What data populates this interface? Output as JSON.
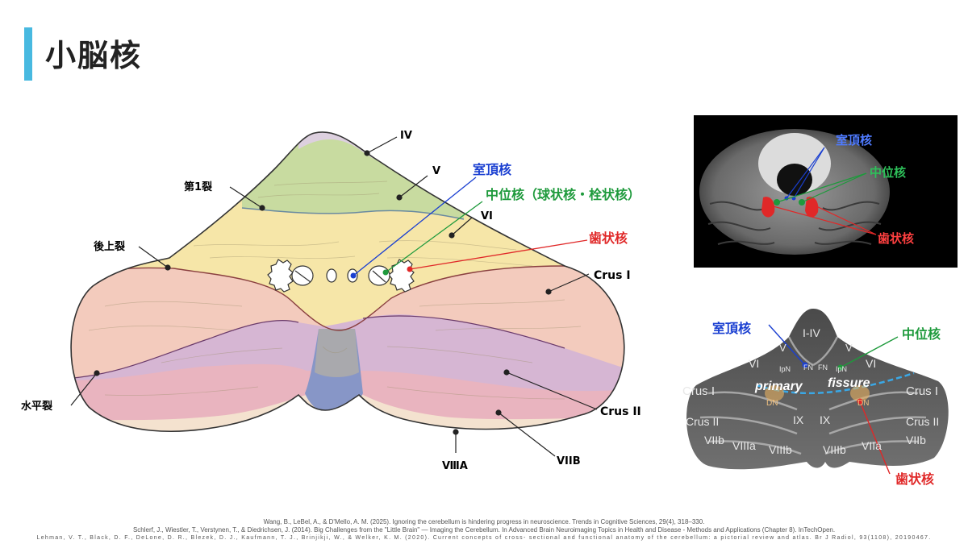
{
  "header": {
    "title": "小脳核"
  },
  "diagram": {
    "labels": {
      "IV": "IV",
      "V": "V",
      "VI": "VI",
      "fissure1": "第1裂",
      "postsup": "後上裂",
      "horizontal": "水平裂",
      "crus1": "Crus I",
      "crus2": "Crus II",
      "viiia": "ⅧA",
      "viib": "VIIB",
      "fastigial": "室頂核",
      "interposed": "中位核（球状核・栓状核）",
      "dentate": "歯状核"
    },
    "colors": {
      "fastigial": "#1a3fd1",
      "interposed": "#1e9a3c",
      "dentate": "#e02828",
      "lobuleIV": "#ddd0df",
      "lobuleV": "#c8dba0",
      "lobuleVI": "#f6e6a8",
      "crus1": "#f3cbbd",
      "crus2": "#d6b6d3",
      "viib": "#e9b4bf",
      "viiia": "#f4e2cf",
      "vermis": "#8796c7"
    }
  },
  "mri_top": {
    "fastigial": "室頂核",
    "interposed": "中位核",
    "dentate": "歯状核"
  },
  "mri_bottom": {
    "fastigial": "室頂核",
    "interposed": "中位核",
    "dentate": "歯状核",
    "region_labels": {
      "i_iv": "I-IV",
      "v_left": "V",
      "v_right": "V",
      "vi_left": "VI",
      "vi_right": "VI",
      "ipn_left": "IpN",
      "fn_left": "FN",
      "fn_right": "FN",
      "ipn_right": "IpN",
      "primary": "primary",
      "fissure": "fissure",
      "crus1_left": "Crus I",
      "crus1_right": "Crus I",
      "dn_left": "DN",
      "dn_right": "DN",
      "ix_left": "IX",
      "ix_right": "IX",
      "crus2_left": "Crus II",
      "crus2_right": "Crus II",
      "viib_left": "VIIb",
      "viib_right": "VIIb",
      "viiia_left": "VIIIa",
      "viiia_right": "VIIa",
      "viiib_left": "VIIIb",
      "viiib_right": "VIIIb"
    }
  },
  "references": [
    "Wang, B., LeBel, A., & D'Mello, A. M. (2025). Ignoring the cerebellum is hindering progress in neuroscience. Trends in Cognitive Sciences, 29(4), 318–330.",
    "Schlerf, J., Wiestler, T., Verstynen, T., & Diedrichsen, J. (2014). Big Challenges from the \"Little Brain\" — Imaging the Cerebellum. In Advanced Brain Neuroimaging Topics in Health and Disease - Methods and Applications (Chapter 8). InTechOpen.",
    "Lehman, V. T., Black, D. F., DeLone, D. R., Blezek, D. J., Kaufmann, T. J., Brinjikji, W., & Welker, K. M. (2020). Current concepts of cross- sectional and functional anatomy of the cerebellum: a pictorial review and atlas. Br J Radiol, 93(1108), 20190467."
  ]
}
